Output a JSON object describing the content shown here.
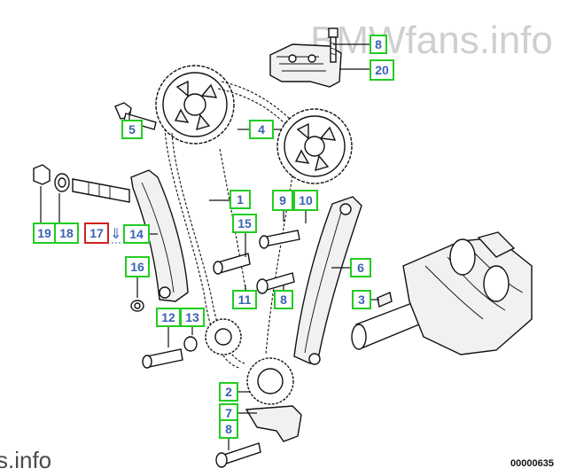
{
  "watermark": {
    "top": "BMWfans.info",
    "bottom_left": "s.info"
  },
  "diagram_code": "00000635",
  "selected_part": "17",
  "colors": {
    "callout_border": "#22cc22",
    "selected_border": "#cc2222",
    "callout_text": "#3a63b0"
  },
  "arrow_icon": "down-arrow-icon",
  "arrow_glyph": "⇓",
  "callouts": [
    {
      "id": "c8-top",
      "label": "8"
    },
    {
      "id": "c20",
      "label": "20"
    },
    {
      "id": "c5",
      "label": "5"
    },
    {
      "id": "c4",
      "label": "4"
    },
    {
      "id": "c1",
      "label": "1"
    },
    {
      "id": "c9",
      "label": "9"
    },
    {
      "id": "c10",
      "label": "10"
    },
    {
      "id": "c15",
      "label": "15"
    },
    {
      "id": "c19",
      "label": "19"
    },
    {
      "id": "c18",
      "label": "18"
    },
    {
      "id": "c17",
      "label": "17"
    },
    {
      "id": "c14",
      "label": "14"
    },
    {
      "id": "c16",
      "label": "16"
    },
    {
      "id": "c6",
      "label": "6"
    },
    {
      "id": "c11",
      "label": "11"
    },
    {
      "id": "c8-mid",
      "label": "8"
    },
    {
      "id": "c3",
      "label": "3"
    },
    {
      "id": "c12",
      "label": "12"
    },
    {
      "id": "c13",
      "label": "13"
    },
    {
      "id": "c2",
      "label": "2"
    },
    {
      "id": "c7",
      "label": "7"
    },
    {
      "id": "c8-bottom",
      "label": "8"
    }
  ]
}
